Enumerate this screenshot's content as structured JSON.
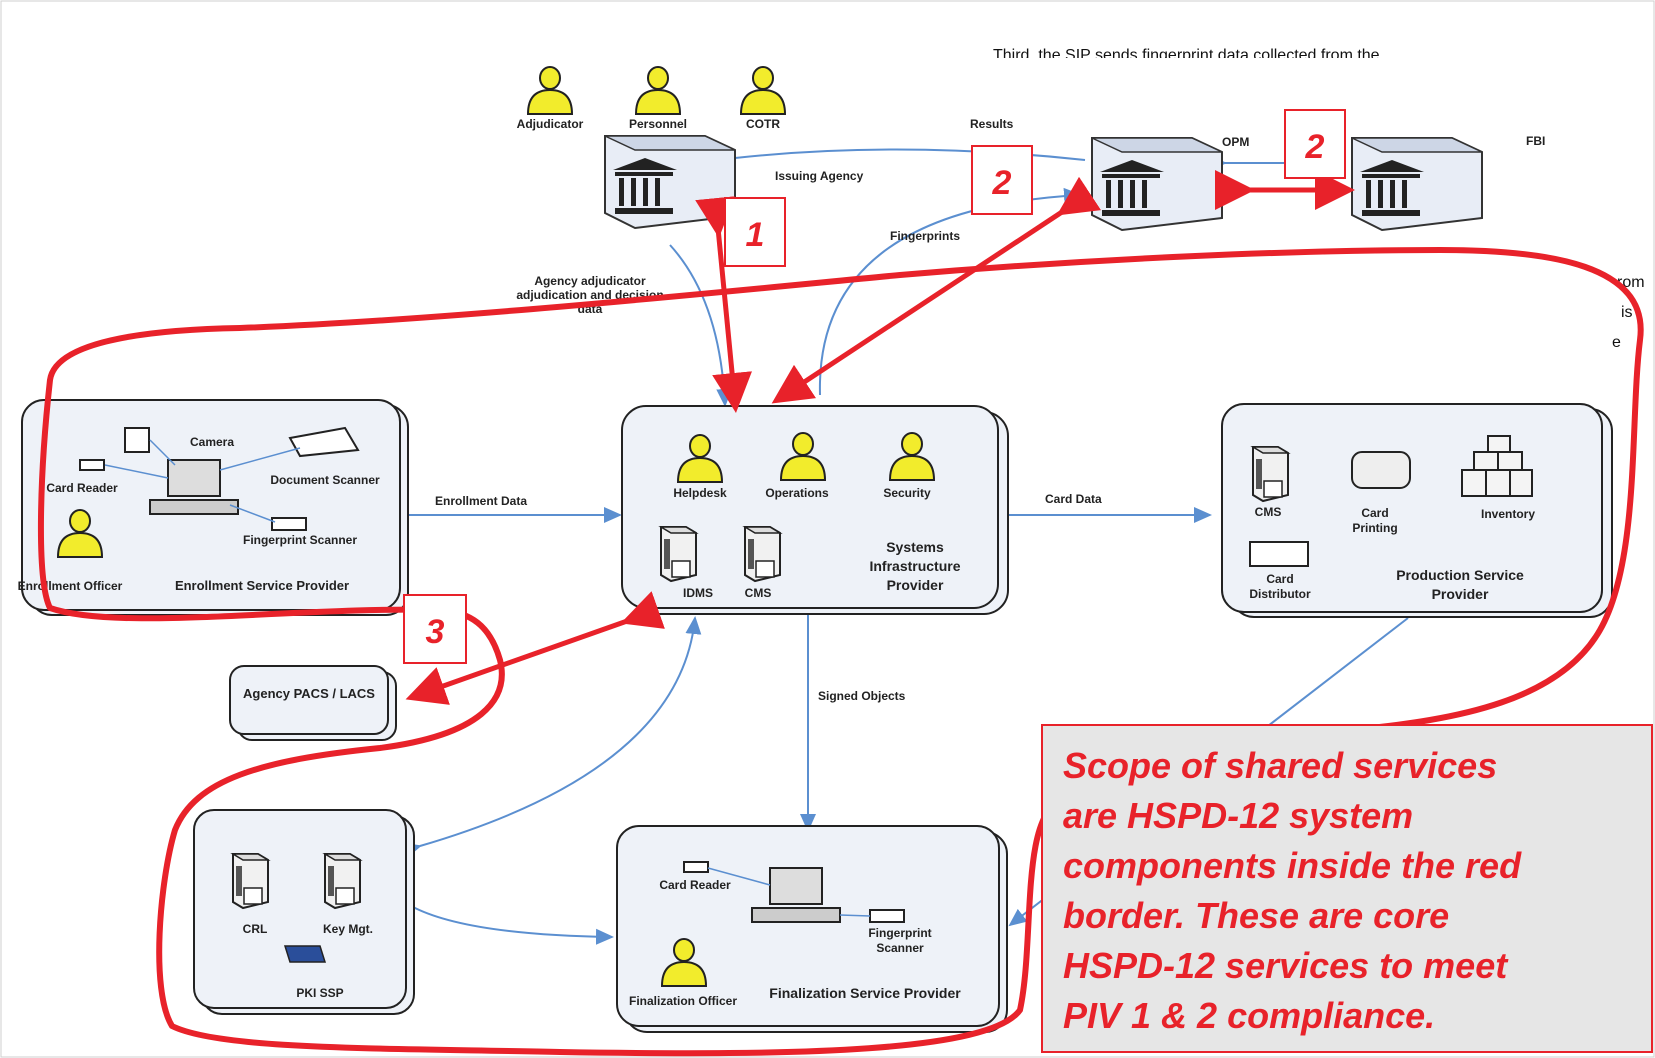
{
  "header_text": "Third, the SIP sends fingerprint data collected from the",
  "side_fragments": [
    "rom",
    "is",
    "e"
  ],
  "top_people": [
    "Adjudicator",
    "Personnel",
    "COTR"
  ],
  "servers": {
    "issuing_agency": "Issuing Agency",
    "fbi": "FBI"
  },
  "flow_labels": {
    "results": "Results",
    "opm": "OPM",
    "fingerprints": "Fingerprints",
    "agency_adjudicator": "Agency adjudicator adjudication and decision data",
    "enrollment_data": "Enrollment Data",
    "card_data": "Card Data",
    "signed_objects": "Signed Objects"
  },
  "enrollment_box": {
    "camera": "Camera",
    "card_reader": "Card Reader",
    "document_scanner": "Document Scanner",
    "fingerprint_scanner": "Fingerprint Scanner",
    "officer": "Enrollment Officer",
    "title": "Enrollment Service Provider"
  },
  "sip_box": {
    "helpdesk": "Helpdesk",
    "operations": "Operations",
    "security": "Security",
    "idms": "IDMS",
    "cms": "CMS",
    "title": "Systems Infrastructure Provider"
  },
  "production_box": {
    "cms": "CMS",
    "card_printing": "Card Printing",
    "inventory": "Inventory",
    "card_distributor": "Card Distributor",
    "title": "Production Service Provider"
  },
  "agency_pacs": "Agency PACS / LACS",
  "pki_box": {
    "crl": "CRL",
    "key_mgt": "Key Mgt.",
    "title": "PKI SSP"
  },
  "finalization_box": {
    "card_reader": "Card Reader",
    "fingerprint_scanner": "Fingerprint Scanner",
    "officer": "Finalization Officer",
    "title": "Finalization Service Provider"
  },
  "callouts": [
    "1",
    "2",
    "2",
    "3"
  ],
  "scope_note": {
    "lines": [
      "Scope of shared services",
      "are HSPD-12 system",
      "components inside the red",
      "border.  These are core",
      "HSPD-12 services to meet",
      "PIV 1 & 2 compliance."
    ]
  },
  "colors": {
    "red": "#e8222a",
    "blue": "#5b8fd0",
    "person": "#f2ec2c",
    "note_bg": "#e6e6e6",
    "box_bg": "#eef2f8"
  }
}
